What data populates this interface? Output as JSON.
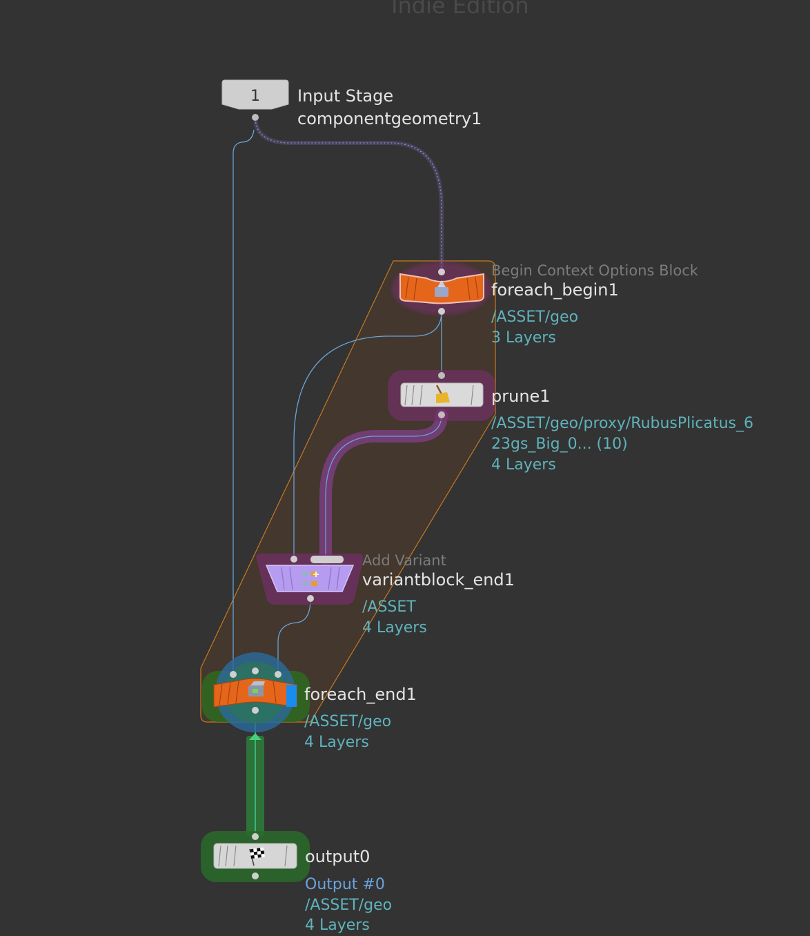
{
  "watermark": "Indie Edition",
  "colors": {
    "background": "#333333",
    "wire": "#6aa3d8",
    "loop_block_fill": "#4a3a2c",
    "loop_block_stroke": "#c77a20",
    "foreach_orange": "#e5661a",
    "variant_purple": "#b59cf0",
    "info_text": "#5fb3bc"
  },
  "nodes": {
    "input_stage": {
      "number": "1",
      "title": "Input Stage",
      "name": "componentgeometry1"
    },
    "foreach_begin1": {
      "hint": "Begin Context Options Block",
      "name": "foreach_begin1",
      "path": "/ASSET/geo",
      "layers": "3 Layers",
      "icon": "context-options-icon"
    },
    "prune1": {
      "name": "prune1",
      "path_line1": "/ASSET/geo/proxy/RubusPlicatus_6",
      "path_line2": "23gs_Big_0... (10)",
      "layers": "4 Layers",
      "icon": "broom-icon"
    },
    "variantblock_end1": {
      "hint": "Add Variant",
      "name": "variantblock_end1",
      "path": "/ASSET",
      "layers": "4 Layers",
      "icon": "add-variant-icon"
    },
    "foreach_end1": {
      "name": "foreach_end1",
      "path": "/ASSET/geo",
      "layers": "4 Layers",
      "icon": "cube-icon"
    },
    "output0": {
      "name": "output0",
      "output": "Output #0",
      "path": "/ASSET/geo",
      "layers": "4 Layers",
      "icon": "checkered-flag-icon"
    }
  }
}
